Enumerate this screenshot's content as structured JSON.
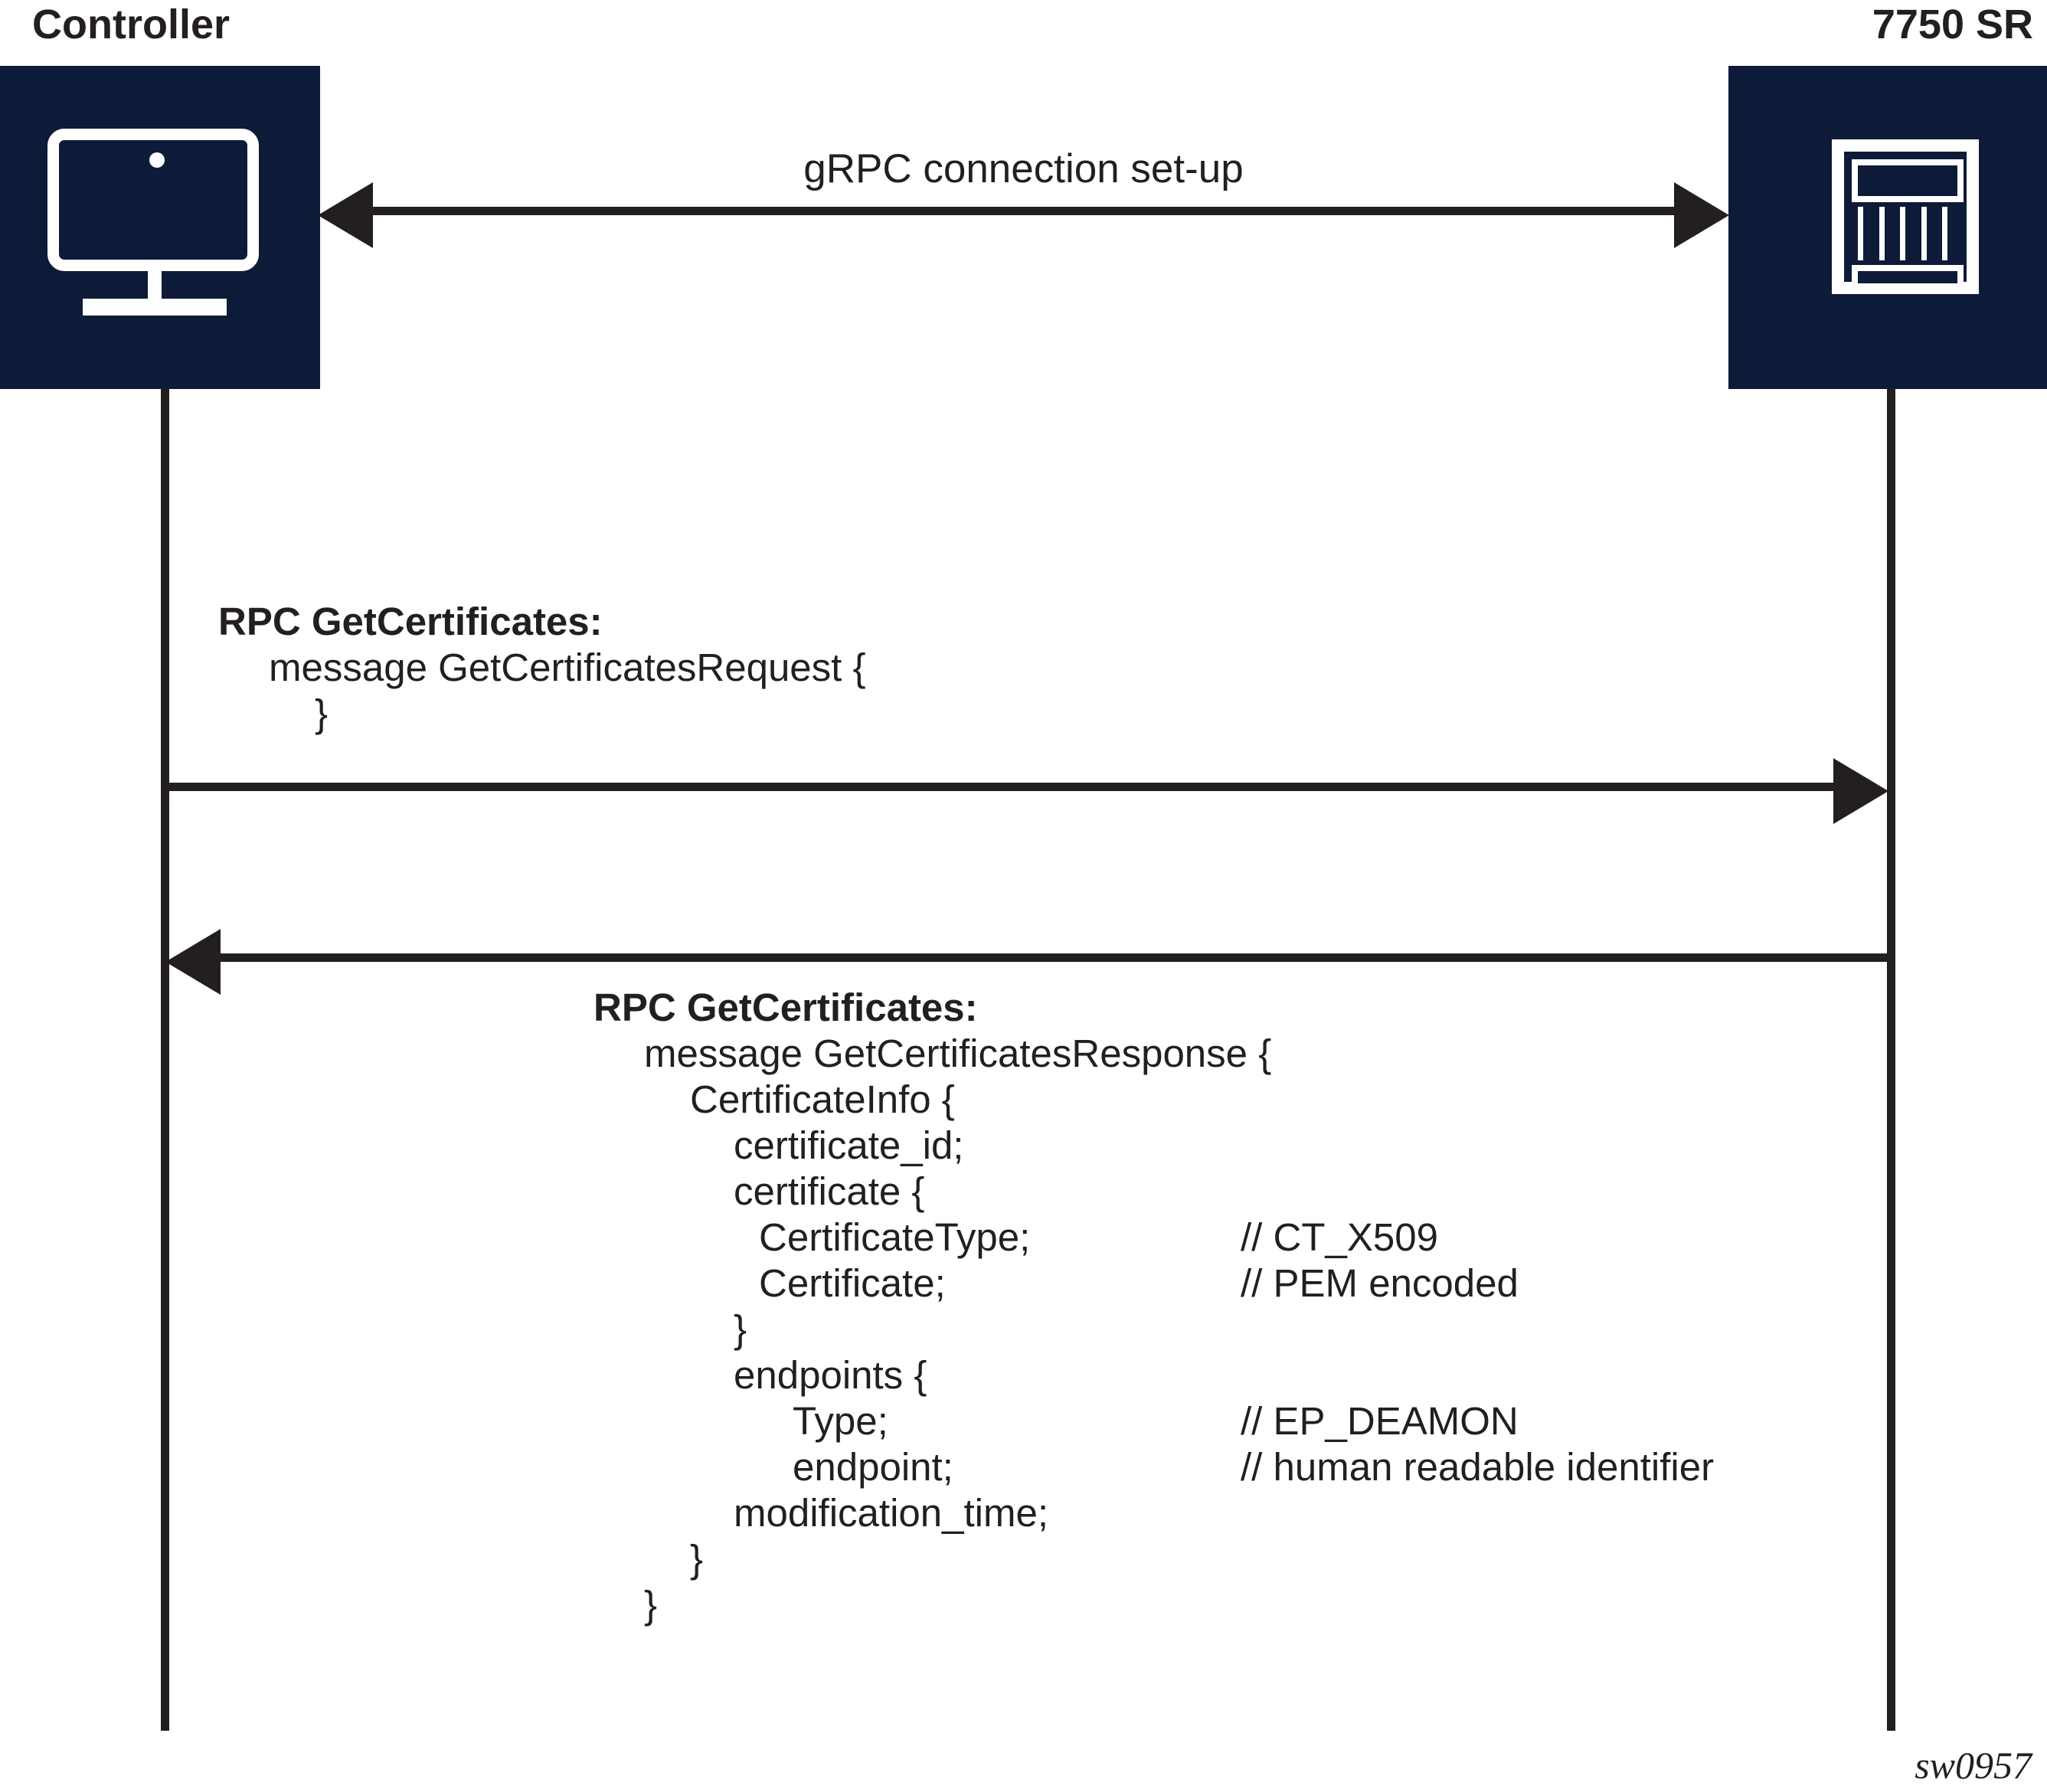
{
  "diagram": {
    "type": "sequence-diagram",
    "figure_id": "sw0957",
    "colors": {
      "actor_box": "#0d1b38",
      "line": "#231f20",
      "background": "#ffffff",
      "icon": "#ffffff"
    },
    "actors": [
      {
        "id": "controller",
        "label": "Controller",
        "icon": "monitor-icon"
      },
      {
        "id": "router",
        "label": "7750 SR",
        "icon": "router-icon"
      }
    ],
    "messages": [
      {
        "id": "msg1",
        "label": "gRPC connection set-up",
        "direction": "bidirectional",
        "from": "controller",
        "to": "router"
      },
      {
        "id": "msg2",
        "label": "",
        "direction": "right",
        "from": "controller",
        "to": "router"
      },
      {
        "id": "msg3",
        "label": "",
        "direction": "left",
        "from": "router",
        "to": "controller"
      }
    ],
    "request_block": {
      "title": "RPC GetCertificates:",
      "lines": [
        {
          "indent": 0,
          "text": "RPC GetCertificates:",
          "bold": true,
          "comment": ""
        },
        {
          "indent": 1,
          "text": "message GetCertificatesRequest {",
          "bold": false,
          "comment": ""
        },
        {
          "indent": 2,
          "text": "}",
          "bold": false,
          "comment": ""
        }
      ]
    },
    "response_block": {
      "title": "RPC GetCertificates:",
      "lines": [
        {
          "indent": 0,
          "text": "RPC GetCertificates:",
          "bold": true,
          "comment": ""
        },
        {
          "indent": 1,
          "text": "message GetCertificatesResponse {",
          "bold": false,
          "comment": ""
        },
        {
          "indent": 2,
          "text": "CertificateInfo {",
          "bold": false,
          "comment": ""
        },
        {
          "indent": 3,
          "text": "certificate_id;",
          "bold": false,
          "comment": ""
        },
        {
          "indent": 3,
          "text": "certificate {",
          "bold": false,
          "comment": ""
        },
        {
          "indent": 4,
          "text": "CertificateType;",
          "bold": false,
          "comment": "// CT_X509"
        },
        {
          "indent": 4,
          "text": "Certificate;",
          "bold": false,
          "comment": "// PEM encoded"
        },
        {
          "indent": 3,
          "text": "}",
          "bold": false,
          "comment": ""
        },
        {
          "indent": 3,
          "text": "endpoints {",
          "bold": false,
          "comment": ""
        },
        {
          "indent": 5,
          "text": "Type;",
          "bold": false,
          "comment": "// EP_DEAMON"
        },
        {
          "indent": 5,
          "text": "endpoint;",
          "bold": false,
          "comment": "// human readable identifier"
        },
        {
          "indent": 3,
          "text": "modification_time;",
          "bold": false,
          "comment": ""
        },
        {
          "indent": 2,
          "text": "}",
          "bold": false,
          "comment": ""
        },
        {
          "indent": 1,
          "text": "}",
          "bold": false,
          "comment": ""
        }
      ]
    }
  }
}
